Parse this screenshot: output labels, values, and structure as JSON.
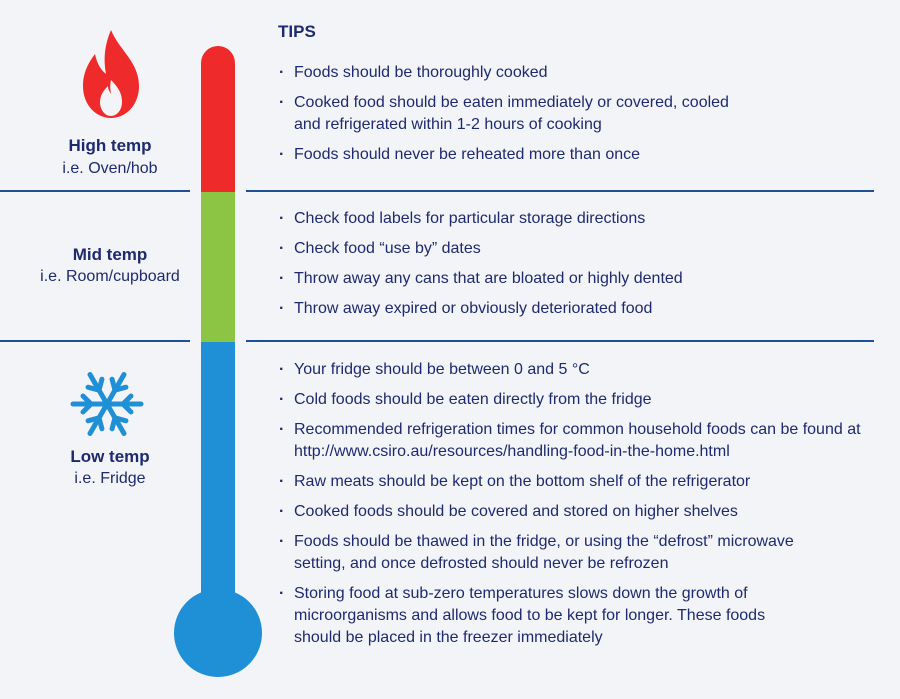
{
  "tips_heading": "TIPS",
  "zones": {
    "high": {
      "title": "High temp",
      "subtitle": "i.e. Oven/hob",
      "icon": "flame-icon",
      "color": "#ee2a2a",
      "tips": [
        "Foods should be thoroughly cooked",
        "Cooked food should be eaten immediately or covered, cooled and refrigerated within 1-2 hours of cooking",
        "Foods should never be reheated more than once"
      ]
    },
    "mid": {
      "title": "Mid temp",
      "subtitle": "i.e. Room/cupboard",
      "color": "#8cc443",
      "tips": [
        "Check food labels for particular storage directions",
        "Check food “use by” dates",
        "Throw away any cans that are bloated or highly dented",
        "Throw away expired or obviously deteriorated food"
      ]
    },
    "low": {
      "title": "Low temp",
      "subtitle": "i.e. Fridge",
      "icon": "snowflake-icon",
      "color": "#1f8fd6",
      "tips": [
        "Your fridge should be between 0 and 5 °C",
        "Cold foods should be eaten directly from the fridge",
        "Recommended refrigeration times for common household foods can be found at http://www.csiro.au/resources/handling-food-in-the-home.html",
        "Raw meats should be kept on the bottom shelf of the refrigerator",
        "Cooked foods should be covered and stored on higher shelves",
        "Foods should be thawed in the fridge, or using the “defrost” microwave setting, and once defrosted should never be refrozen",
        "Storing food at sub-zero temperatures slows down the growth of microorganisms and allows food to be kept for longer. These foods should be placed in the freezer immediately"
      ]
    }
  },
  "divider_color": "#1e4f97",
  "text_color": "#1e2a6e"
}
